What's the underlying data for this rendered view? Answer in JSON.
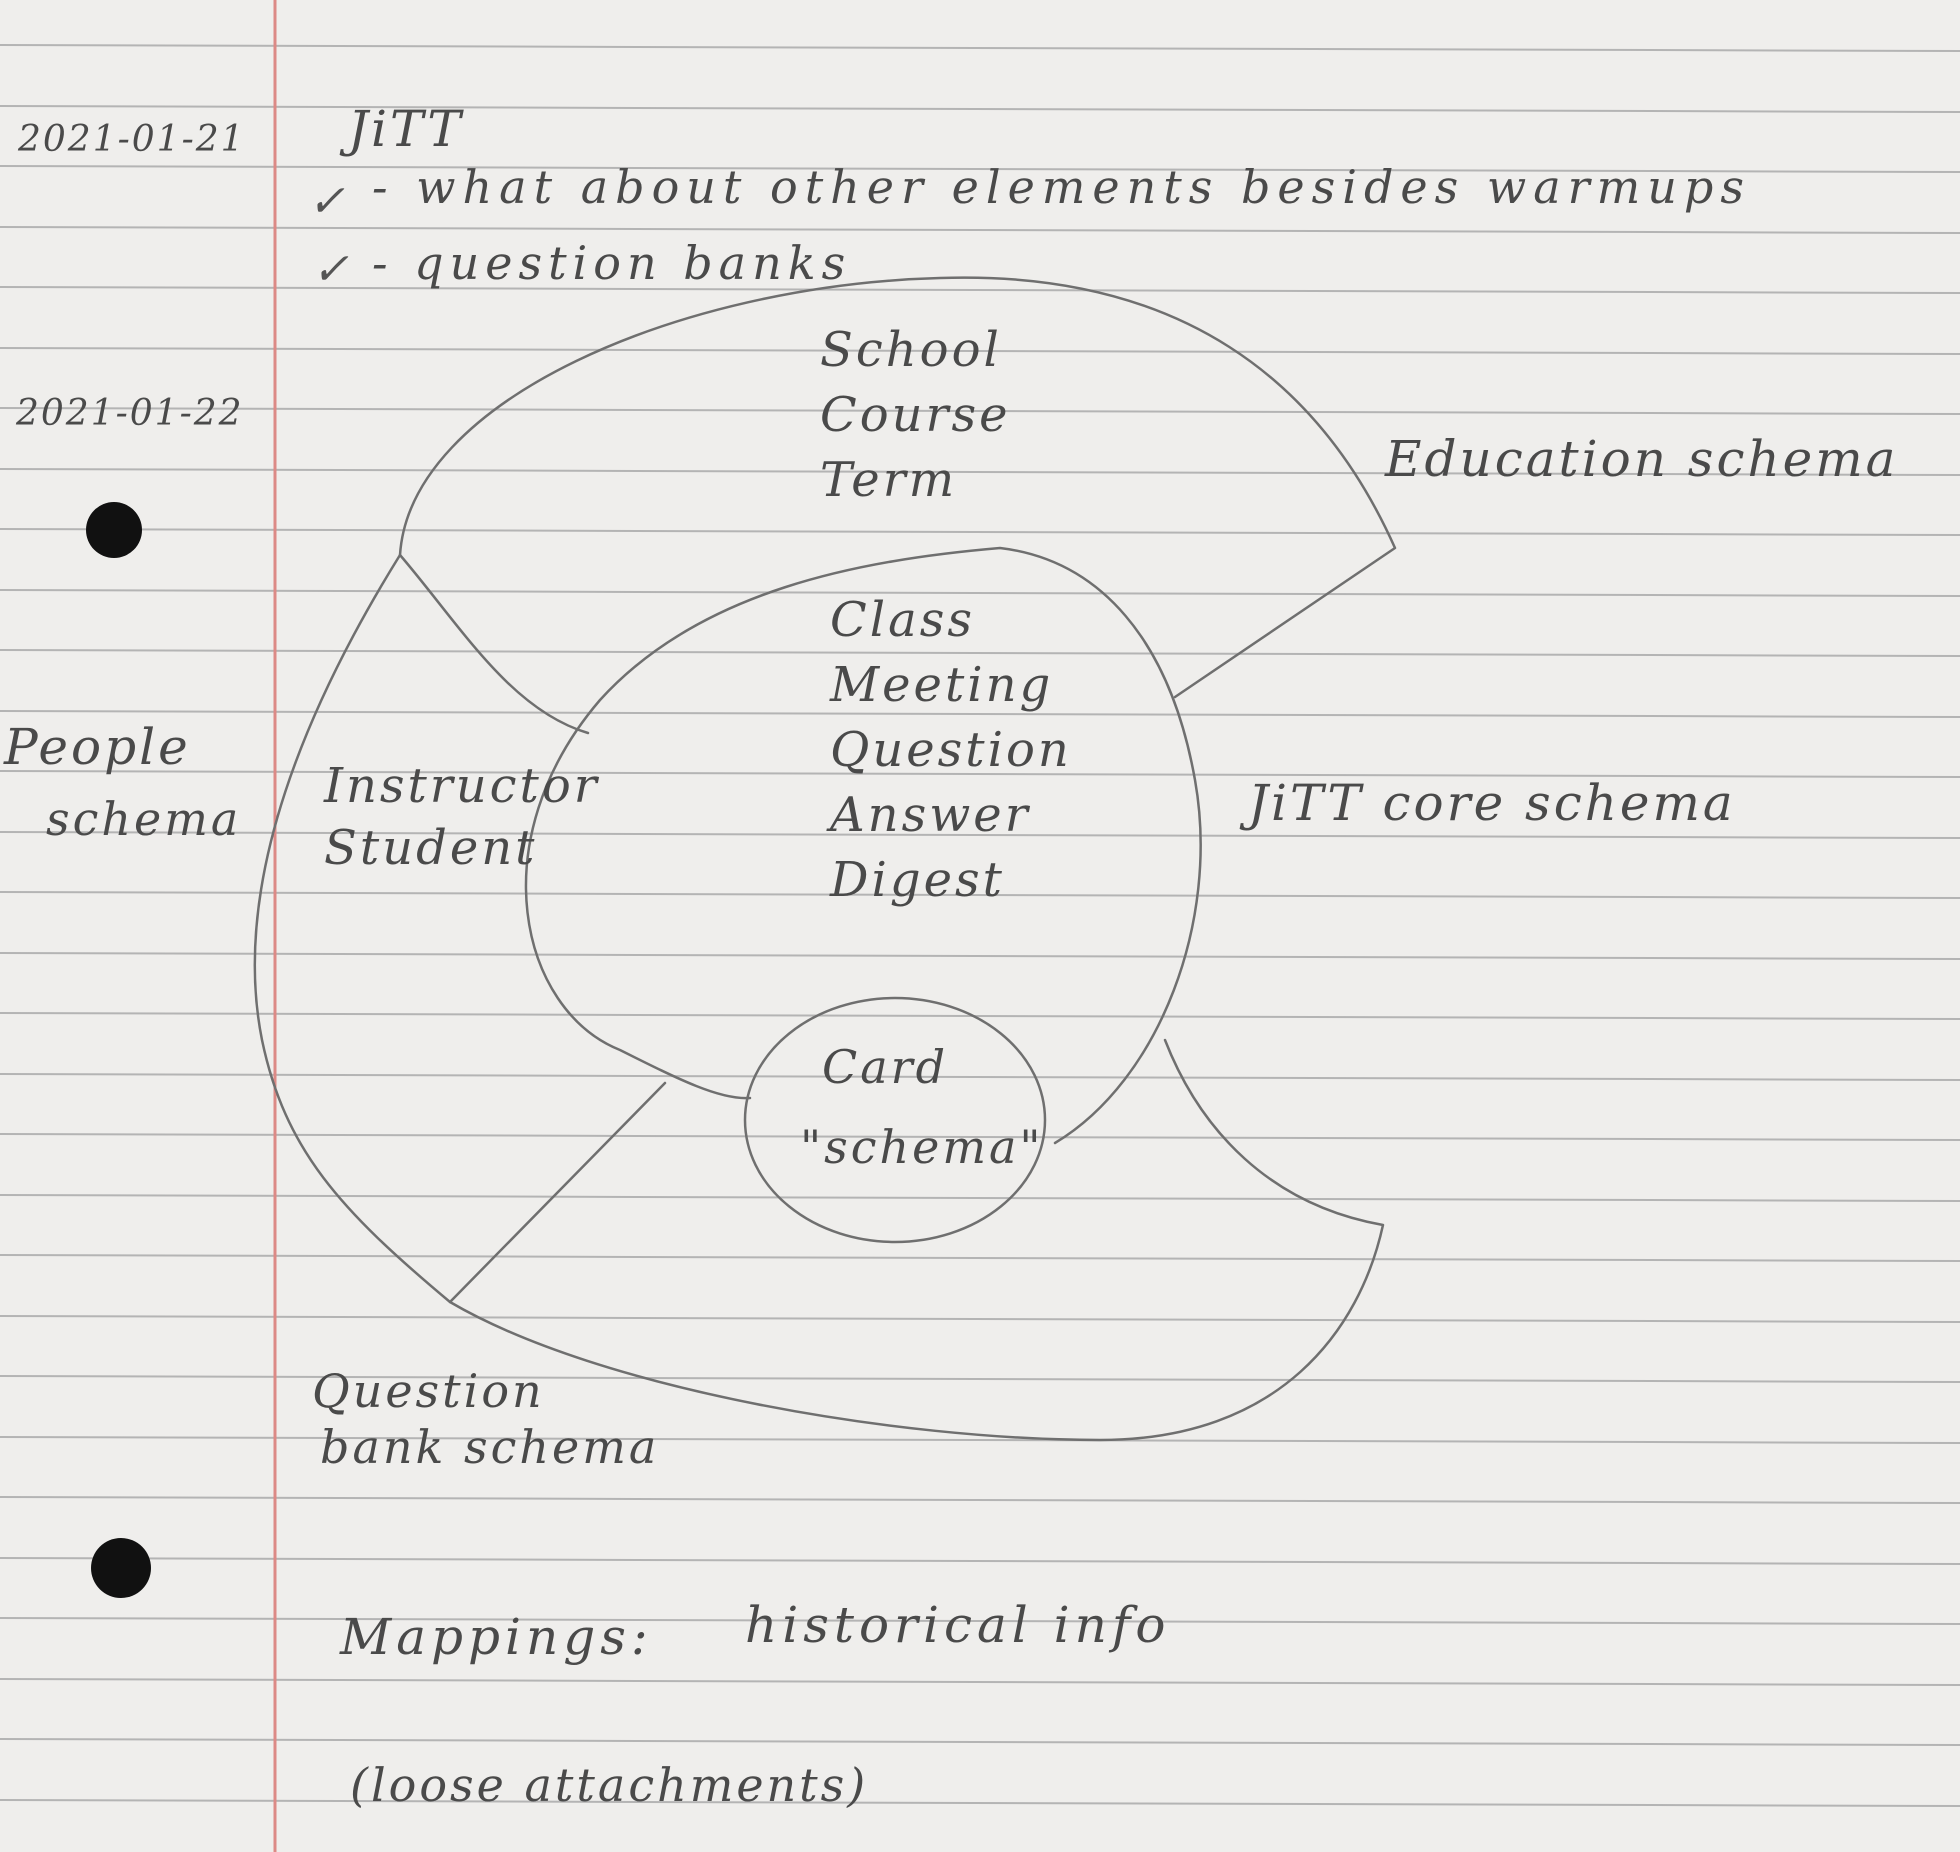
{
  "notes": {
    "date_1": "2021-01-21",
    "date_2": "2021-01-22",
    "heading": "JiTT",
    "check_mark": "✓",
    "todo_1": "- what about other elements besides warmups",
    "todo_2": "- question banks"
  },
  "diagram": {
    "education_items": [
      "School",
      "Course",
      "Term"
    ],
    "education_label": "Education schema",
    "core_items": [
      "Class",
      "Meeting",
      "Question",
      "Answer",
      "Digest"
    ],
    "core_label": "JiTT core schema",
    "people_items": [
      "Instructor",
      "Student"
    ],
    "people_label_line1": "People",
    "people_label_line2": "schema",
    "card_line1": "Card",
    "card_line2": "\"schema\"",
    "question_bank_line1": "Question",
    "question_bank_line2": "bank schema"
  },
  "footer": {
    "mappings": "Mappings:",
    "historical": "historical info",
    "loose": "(loose attachments)"
  }
}
